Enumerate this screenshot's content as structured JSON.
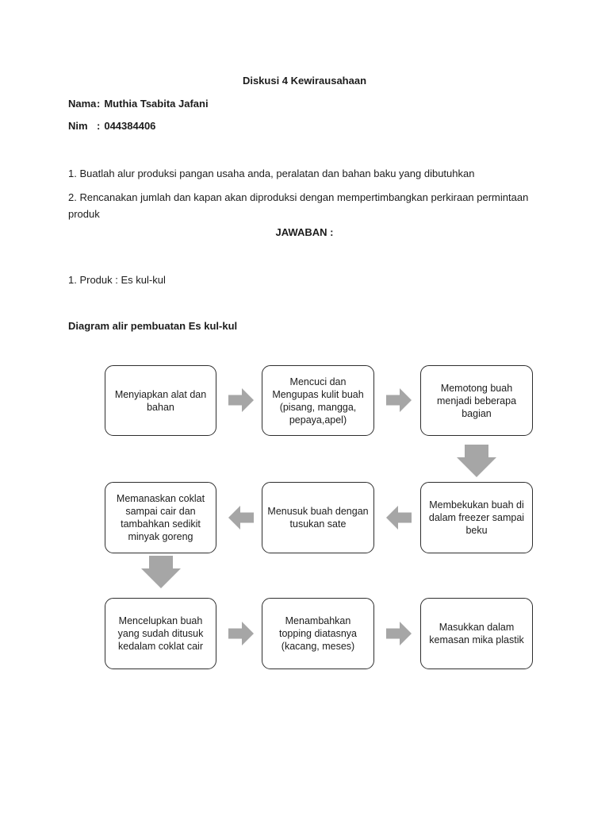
{
  "page": {
    "title": "Diskusi 4 Kewirausahaan",
    "identity": [
      {
        "label": "Nama",
        "separator": ":",
        "value": "Muthia Tsabita Jafani"
      },
      {
        "label": "Nim",
        "separator": ":",
        "value": "044384406"
      }
    ],
    "questions": [
      {
        "text": "1. Buatlah alur produksi pangan usaha anda, peralatan dan bahan baku yang dibutuhkan"
      },
      {
        "text": "2. Rencanakan jumlah dan kapan akan diproduksi dengan mempertimbangkan perkiraan permintaan\nproduk"
      }
    ],
    "answer_heading": "JAWABAN :",
    "product_line": "1. Produk : Es kul-kul",
    "diagram_heading": "Diagram alir pembuatan Es kul-kul"
  },
  "flowchart": {
    "steps": [
      "Menyiapkan alat dan\nbahan",
      "Mencuci dan\nMengupas kulit buah\n(pisang, mangga,\npepaya,apel)",
      "Memotong buah\nmenjadi beberapa\nbagian",
      "Membekukan buah di\ndalam freezer sampai\nbeku",
      "Menusuk buah dengan\ntusukan sate",
      "Memanaskan coklat\nsampai cair dan\ntambahkan sedikit\nminyak goreng",
      "Mencelupkan buah\nyang sudah ditusuk\nkedalam coklat cair",
      "Menambahkan\ntopping diatasnya\n(kacang, meses)",
      "Masukkan dalam\nkemasan mika plastik"
    ],
    "colors": {
      "arrow": "#a6a6a6",
      "box_border": "#2e2e2e",
      "box_fill": "#ffffff",
      "text": "#1c1c1c",
      "background": "#ffffff"
    }
  }
}
